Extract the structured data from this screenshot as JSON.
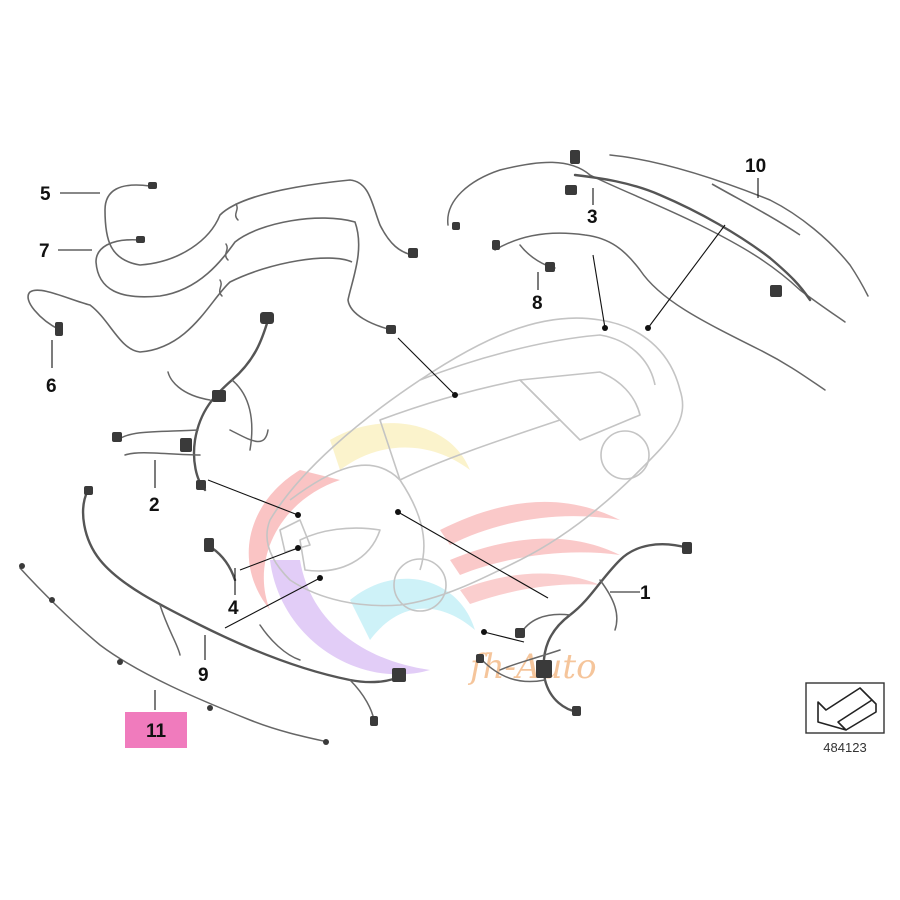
{
  "diagram": {
    "callouts": [
      {
        "id": "1",
        "label": "1"
      },
      {
        "id": "2",
        "label": "2"
      },
      {
        "id": "3",
        "label": "3"
      },
      {
        "id": "4",
        "label": "4"
      },
      {
        "id": "5",
        "label": "5"
      },
      {
        "id": "6",
        "label": "6"
      },
      {
        "id": "7",
        "label": "7"
      },
      {
        "id": "8",
        "label": "8"
      },
      {
        "id": "9",
        "label": "9"
      },
      {
        "id": "10",
        "label": "10"
      }
    ],
    "highlighted_callout": {
      "label": "11",
      "color": "#f07bbd"
    },
    "reference_code": "484123",
    "watermark_text": "fh-Auto",
    "direction_icon": "arrow-diagonal-icon"
  },
  "colors": {
    "harness": "#555555",
    "car_outline": "#c4c4c4",
    "highlight": "#f07bbd",
    "watermark_red": "#ee4d4d",
    "watermark_yellow": "#f5e28a",
    "watermark_purple": "#b27ee8",
    "watermark_cyan": "#8fe0ee"
  }
}
